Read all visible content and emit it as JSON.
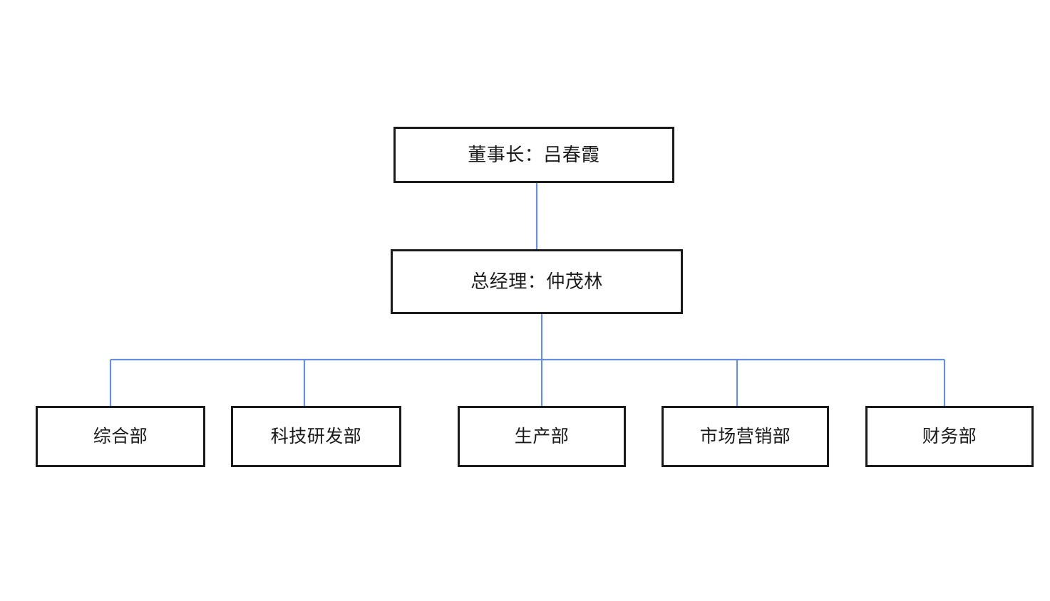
{
  "diagram": {
    "type": "org-chart",
    "title": "",
    "background_color": "#ffffff",
    "box_border_color": "#1a1a1a",
    "connector_color": "#6a8fd8",
    "text_color": "#1a1a1a"
  },
  "nodes": {
    "chairman": {
      "label": "董事长：吕春霞",
      "role": "董事长",
      "name": "吕春霞",
      "level": 1
    },
    "general_manager": {
      "label": "总经理：仲茂林",
      "role": "总经理",
      "name": "仲茂林",
      "level": 2
    },
    "departments": [
      {
        "label": "综合部",
        "level": 3
      },
      {
        "label": "科技研发部",
        "level": 3
      },
      {
        "label": "生产部",
        "level": 3
      },
      {
        "label": "市场营销部",
        "level": 3
      },
      {
        "label": "财务部",
        "level": 3
      }
    ]
  },
  "edges": [
    {
      "from": "董事长：吕春霞",
      "to": "总经理：仲茂林"
    },
    {
      "from": "总经理：仲茂林",
      "to": "综合部"
    },
    {
      "from": "总经理：仲茂林",
      "to": "科技研发部"
    },
    {
      "from": "总经理：仲茂林",
      "to": "生产部"
    },
    {
      "from": "总经理：仲茂林",
      "to": "市场营销部"
    },
    {
      "from": "总经理：仲茂林",
      "to": "财务部"
    }
  ]
}
